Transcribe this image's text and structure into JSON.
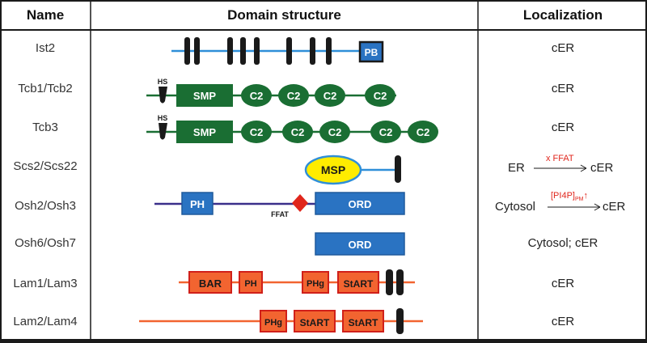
{
  "headers": {
    "name": "Name",
    "domain": "Domain structure",
    "localization": "Localization"
  },
  "rows": [
    {
      "name": "Ist2",
      "localization": "cER"
    },
    {
      "name": "Tcb1/Tcb2",
      "localization": "cER"
    },
    {
      "name": "Tcb3",
      "localization": "cER"
    },
    {
      "name": "Scs2/Scs22",
      "localization": "",
      "from": "ER",
      "to": "cER",
      "arrow_label": "x FFAT"
    },
    {
      "name": "Osh2/Osh3",
      "localization": "",
      "from": "Cytosol",
      "to": "cER",
      "arrow_label": "[PI4P]PM↑"
    },
    {
      "name": "Osh6/Osh7",
      "localization": "Cytosol; cER"
    },
    {
      "name": "Lam1/Lam3",
      "localization": "cER"
    },
    {
      "name": "Lam2/Lam4",
      "localization": "cER"
    }
  ],
  "domains": {
    "pb": "PB",
    "hs": "HS",
    "smp": "SMP",
    "c2": "C2",
    "msp": "MSP",
    "ph": "PH",
    "ffat": "FFAT",
    "ord": "ORD",
    "bar": "BAR",
    "phg": "PHg",
    "start": "StART"
  },
  "colors": {
    "blue_line": "#2f8fd8",
    "navy_line": "#3a2f8a",
    "green": "#1a6e33",
    "orange": "#f26430",
    "blue_box": "#2a73c2",
    "yellow": "#ffec00",
    "red": "#e0261c",
    "black": "#1a1a1a"
  }
}
